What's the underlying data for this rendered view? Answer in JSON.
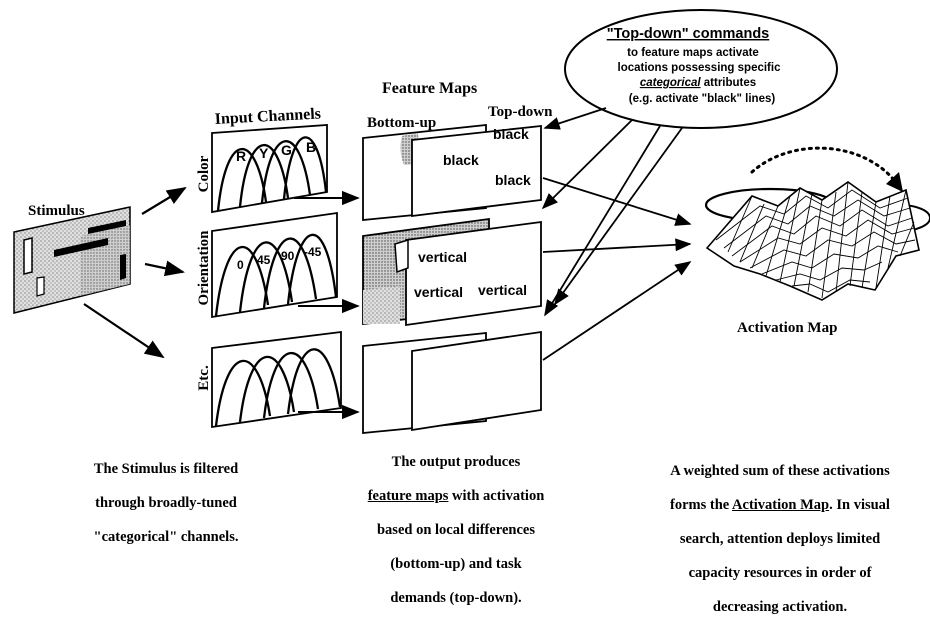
{
  "labels": {
    "feature_maps": "Feature Maps",
    "input_channels": "Input Channels",
    "bottom_up": "Bottom-up",
    "top_down": "Top-down",
    "stimulus": "Stimulus",
    "activation_map": "Activation Map"
  },
  "channels": [
    {
      "name": "Color",
      "tuning": [
        "R",
        "Y",
        "G",
        "B"
      ]
    },
    {
      "name": "Orientation",
      "tuning": [
        "0",
        "45",
        "90",
        "-45"
      ]
    },
    {
      "name": "Etc.",
      "tuning": []
    }
  ],
  "topdown_words": {
    "color": [
      "black",
      "black",
      "black"
    ],
    "orientation": [
      "vertical",
      "vertical",
      "vertical"
    ]
  },
  "commands_bubble": {
    "title": "\"Top-down\" commands",
    "line1": "to feature maps activate",
    "line2": "locations possessing specific",
    "line3_em": "categorical",
    "line3_rest": " attributes",
    "line4": "(e.g. activate \"black\" lines)"
  },
  "captions": {
    "stimulus": {
      "l1": "The Stimulus is filtered",
      "l2": "through broadly-tuned",
      "l3": "\"categorical\" channels."
    },
    "output": {
      "l1": "The output produces",
      "l2_u": "feature maps",
      "l2_rest": " with activation",
      "l3": "based on local differences",
      "l4": "(bottom-up) and task",
      "l5": "demands (top-down)."
    },
    "activation": {
      "l1": "A weighted sum of these activations",
      "l2_pre": "forms the ",
      "l2_u": "Activation Map",
      "l2_post": ". In visual",
      "l3": "search, attention deploys limited",
      "l4": "capacity resources in order of",
      "l5": "decreasing activation."
    }
  }
}
